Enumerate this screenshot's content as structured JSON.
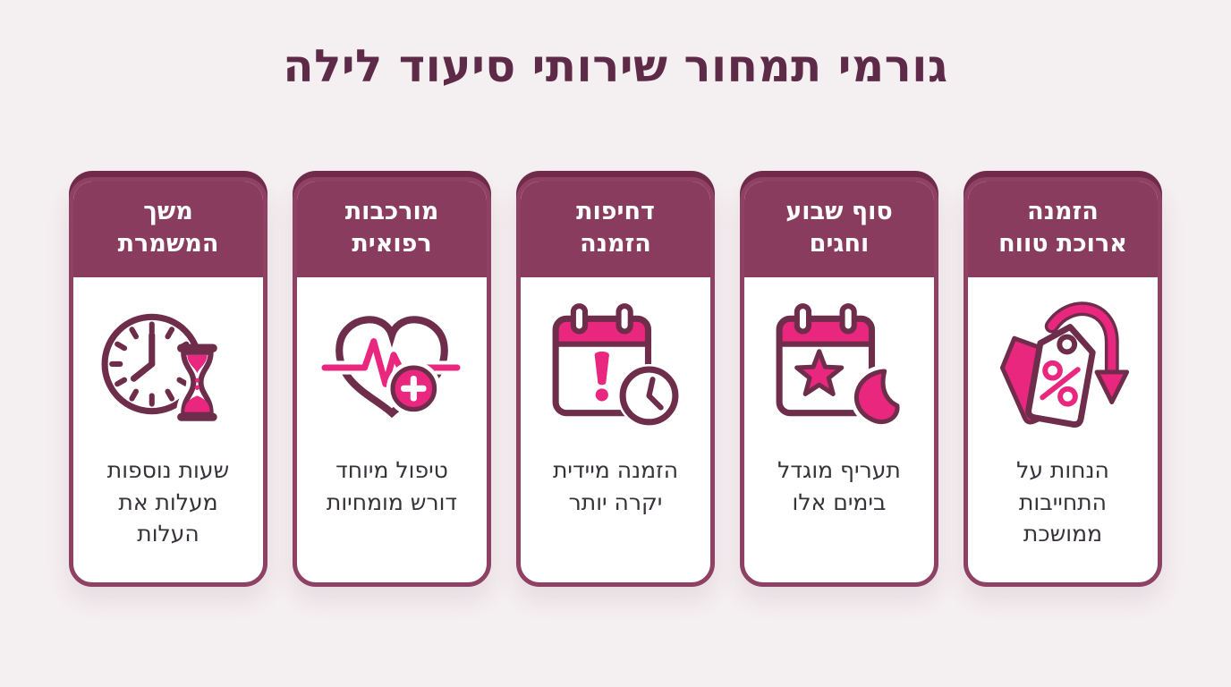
{
  "title": "גורמי תמחור שירותי סיעוד לילה",
  "direction": "rtl",
  "colors": {
    "background": "#f4eff1",
    "title_text": "#5d2b48",
    "card_header_bg": "#8a3c5e",
    "card_border": "#8e4163",
    "card_top_shadow": "#6f2b49",
    "accent_pink": "#e9277e",
    "icon_outline": "#6e2d4a",
    "description_text": "#37323a"
  },
  "cards": [
    {
      "id": "long-term-booking",
      "title": "הזמנה\nארוכת טווח",
      "icon": "discount-tags-arrow-icon",
      "description": "הנחות על\nהתחייבות\nממושכת"
    },
    {
      "id": "weekend-holidays",
      "title": "סוף שבוע\nוחגים",
      "icon": "holiday-calendar-star-moon-icon",
      "description": "תעריף מוגדל\nבימים אלו"
    },
    {
      "id": "booking-urgency",
      "title": "דחיפות\nהזמנה",
      "icon": "urgent-calendar-clock-icon",
      "description": "הזמנה מיידית\nיקרה יותר"
    },
    {
      "id": "medical-complexity",
      "title": "מורכבות\nרפואית",
      "icon": "heart-pulse-plus-icon",
      "description": "טיפול מיוחד\nדורש מומחיות"
    },
    {
      "id": "shift-duration",
      "title": "משך\nהמשמרת",
      "icon": "clock-hourglass-icon",
      "description": "שעות נוספות\nמעלות את\nהעלות"
    }
  ]
}
